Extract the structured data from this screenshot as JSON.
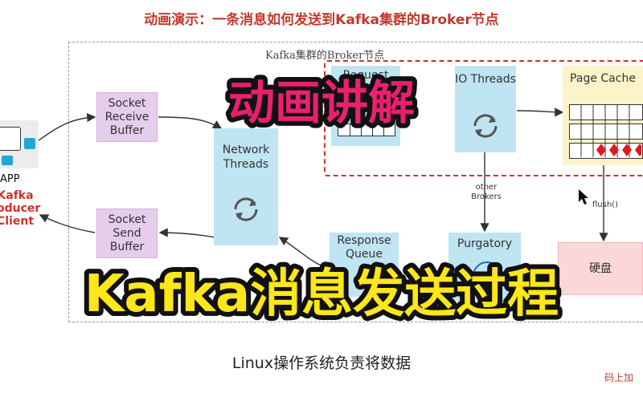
{
  "title": "动画演示：一条消息如何发送到Kafka集群的Broker节点",
  "broker_label": "Kafka集群的Broker节点",
  "app": {
    "label": "APP",
    "client_lines": [
      "Kafka",
      "oducer",
      "Client"
    ]
  },
  "boxes": {
    "socket_receive": "Socket Receive Buffer",
    "socket_send": "Socket Send Buffer",
    "network_threads": "Network Threads",
    "request_queue": "Request",
    "io_threads": "IO Threads",
    "page_cache": "Page Cache",
    "response_queue": "Response Queue",
    "purgatory": "Purgatory",
    "disk": "硬盘"
  },
  "notes": {
    "other_brokers": "other Brokers",
    "flush": "flush()"
  },
  "overlay": {
    "top": "动画讲解",
    "bottom": "Kafka消息发送过程"
  },
  "caption": "Linux操作系统负责将数据",
  "watermark": "码上加",
  "colors": {
    "title_red": "#c0392b",
    "frame_red": "#d0302b",
    "overlay_fill_top": "#e8206f",
    "overlay_fill_bottom": "#fde619"
  }
}
